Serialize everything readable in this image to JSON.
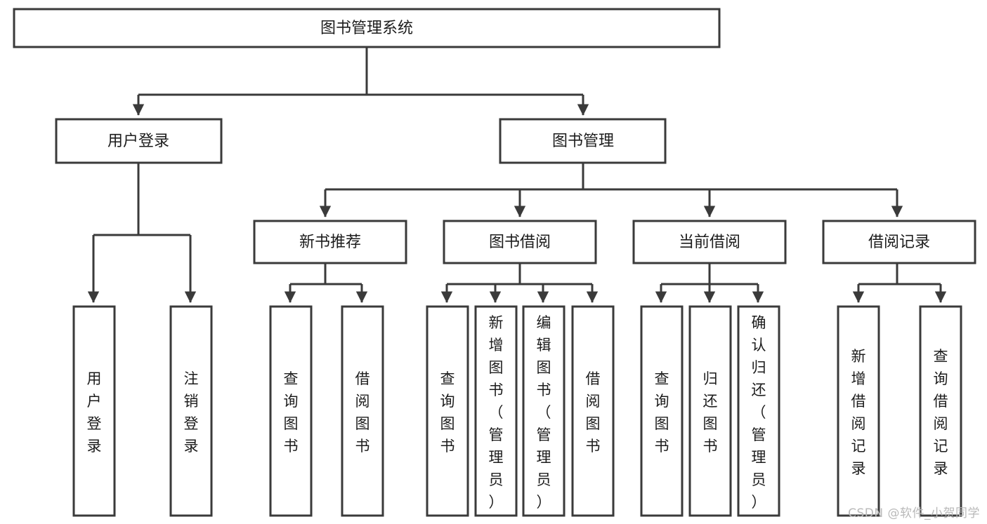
{
  "diagram": {
    "title": "图书管理系统",
    "type": "hierarchy-tree",
    "levels": 4,
    "root": {
      "id": "root",
      "label": "图书管理系统"
    },
    "level2": [
      {
        "id": "user-login",
        "label": "用户登录"
      },
      {
        "id": "book-management",
        "label": "图书管理"
      }
    ],
    "level3": [
      {
        "id": "new-book-recommend",
        "label": "新书推荐",
        "parent": "book-management"
      },
      {
        "id": "book-borrow",
        "label": "图书借阅",
        "parent": "book-management"
      },
      {
        "id": "current-borrow",
        "label": "当前借阅",
        "parent": "book-management"
      },
      {
        "id": "borrow-record",
        "label": "借阅记录",
        "parent": "book-management"
      }
    ],
    "leaves": [
      {
        "id": "leaf-user-login",
        "label": "用户登录",
        "parent": "user-login"
      },
      {
        "id": "leaf-logout",
        "label": "注销登录",
        "parent": "user-login"
      },
      {
        "id": "leaf-query-book-1",
        "label": "查询图书",
        "parent": "new-book-recommend"
      },
      {
        "id": "leaf-borrow-book-1",
        "label": "借阅图书",
        "parent": "new-book-recommend"
      },
      {
        "id": "leaf-query-book-2",
        "label": "查询图书",
        "parent": "book-borrow"
      },
      {
        "id": "leaf-add-book",
        "label": "新增图书（管理员）",
        "parent": "book-borrow"
      },
      {
        "id": "leaf-edit-book",
        "label": "编辑图书（管理员）",
        "parent": "book-borrow"
      },
      {
        "id": "leaf-borrow-book-2",
        "label": "借阅图书",
        "parent": "book-borrow"
      },
      {
        "id": "leaf-query-book-3",
        "label": "查询图书",
        "parent": "current-borrow"
      },
      {
        "id": "leaf-return-book",
        "label": "归还图书",
        "parent": "current-borrow"
      },
      {
        "id": "leaf-confirm-return",
        "label": "确认归还（管理员）",
        "parent": "current-borrow"
      },
      {
        "id": "leaf-add-record",
        "label": "新增借阅记录",
        "parent": "borrow-record"
      },
      {
        "id": "leaf-query-record",
        "label": "查询借阅记录",
        "parent": "borrow-record"
      }
    ]
  },
  "watermark": {
    "text": "CSDN @软件_小贺同学"
  },
  "colors": {
    "stroke": "#3a3a3a",
    "fill": "#ffffff",
    "text": "#1c1c1c",
    "watermark": "#b9b9b9"
  }
}
